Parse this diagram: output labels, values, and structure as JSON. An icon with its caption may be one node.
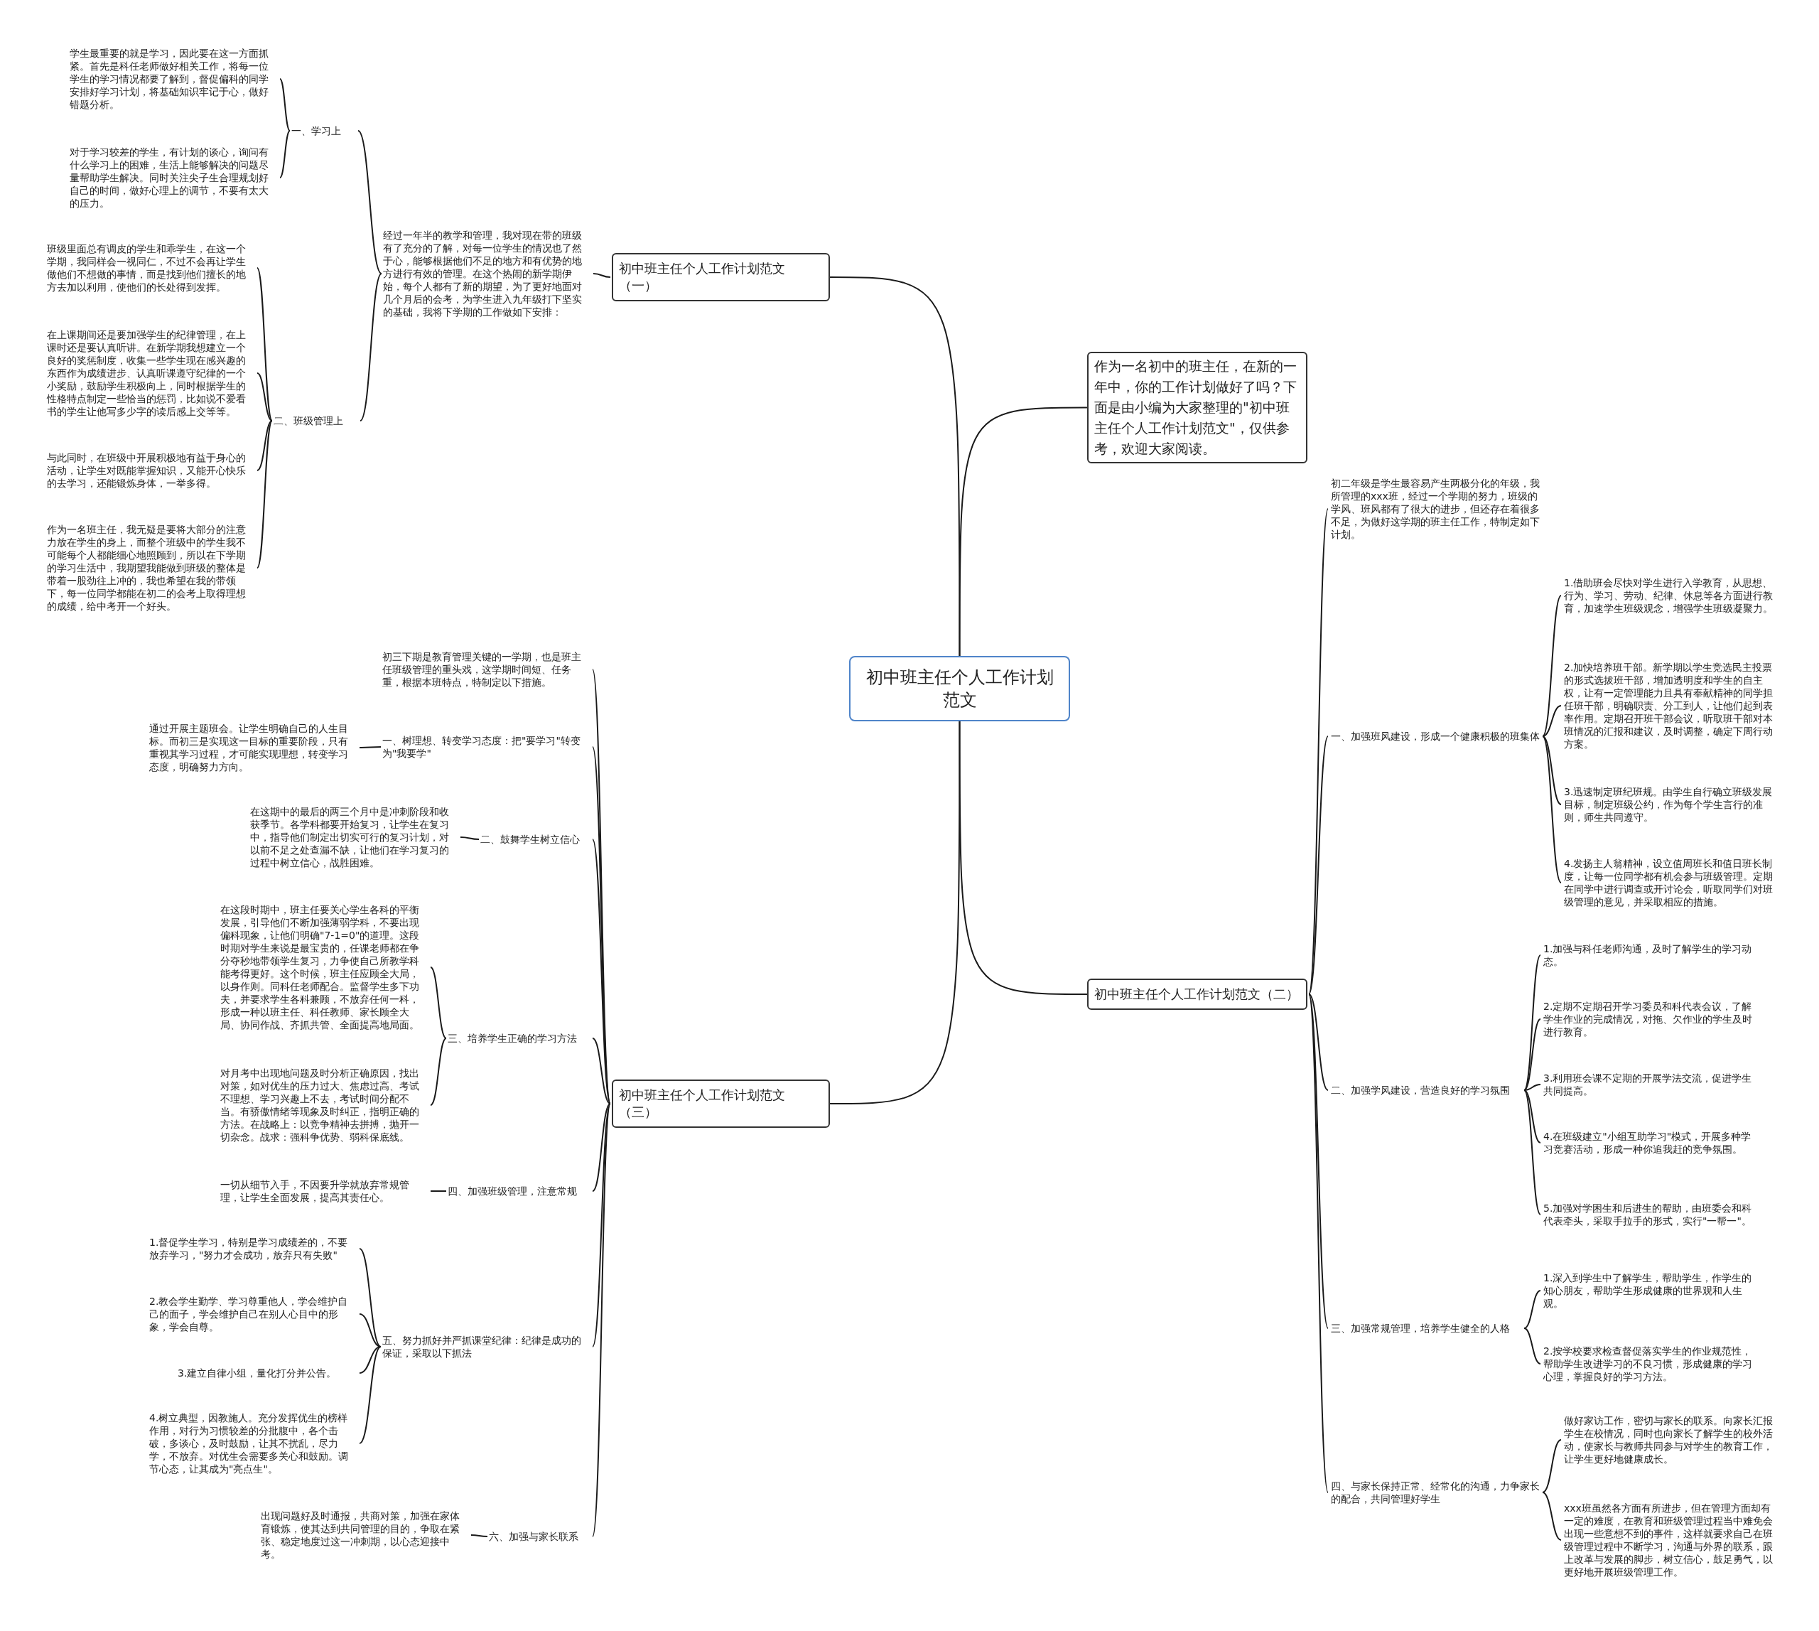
{
  "diagram": {
    "nodes": [
      {
        "text": [
          "初中班主任个人工作计划范文"
        ]
      },
      {
        "text": [
          "初中班主任个人工作计划范文（一）"
        ]
      },
      {
        "text": [
          "经过一年半的教学和管理，我对现在带的班级有了充分的了解，对每一位学生的情况也了然于心，能够根据他们不足的地方和有优势的地方进行有效的管理。在这个热闹的新学期伊始，每个人都有了新的期望，为了更好地面对几个月后的会考，为学生进入九年级打下坚实的基础，我将下学期的工作做如下安排："
        ]
      },
      {
        "text": [
          "一、学习上"
        ]
      },
      {
        "text": [
          "学生最重要的就是学习，因此要在这一方面抓紧。首先是科任老师做好相关工作，将每一位学生的学习情况都要了解到，督促偏科的同学安排好学习计划，将基础知识牢记于心，做好错题分析。"
        ]
      },
      {
        "text": [
          "对于学习较差的学生，有计划的谈心，询问有什么学习上的困难，生活上能够解决的问题尽量帮助学生解决。同时关注尖子生合理规划好自己的时间，做好心理上的调节，不要有太大的压力。"
        ]
      },
      {
        "text": [
          "二、班级管理上"
        ]
      },
      {
        "text": [
          "班级里面总有调皮的学生和乖学生，在这一个学期，我同样会一视同仁，不过不会再让学生做他们不想做的事情，而是找到他们擅长的地方去加以利用，使他们的长处得到发挥。"
        ]
      },
      {
        "text": [
          "在上课期间还是要加强学生的纪律管理，在上课时还是要认真听讲。在新学期我想建立一个良好的奖惩制度，收集一些学生现在感兴趣的东西作为成绩进步、认真听课遵守纪律的一个小奖励，鼓励学生积极向上，同时根据学生的性格特点制定一些恰当的惩罚，比如说不爱看书的学生让他写多少字的读后感上交等等。"
        ]
      },
      {
        "text": [
          "与此同时，在班级中开展积极地有益于身心的活动，让学生对既能掌握知识，又能开心快乐的去学习，还能锻炼身体，一举多得。"
        ]
      },
      {
        "text": [
          "作为一名班主任，我无疑是要将大部分的注意力放在学生的身上，而整个班级中的学生我不可能每个人都能细心地照顾到，所以在下学期的学习生活中，我期望我能做到班级的整体是带着一股劲往上冲的，我也希望在我的带领下，每一位同学都能在初二的会考上取得理想的成绩，给中考开一个好头。"
        ]
      },
      {
        "text": [
          "作为一名初中的班主任，在新的一年中，你的工作计划做好了吗？下面是由小编为大家整理的\"初中班主任个人工作计划范文\"，仅供参考，欢迎大家阅读。"
        ]
      },
      {
        "text": [
          "初中班主任个人工作计划范文（二）"
        ]
      },
      {
        "text": [
          "初二年级是学生最容易产生两极分化的年级，我所管理的xxx班，经过一个学期的努力，班级的学风、班风都有了很大的进步，但还存在着很多不足，为做好这学期的班主任工作，特制定如下计划。"
        ]
      },
      {
        "text": [
          "一、加强班风建设，形成一个健康积极的班集体"
        ]
      },
      {
        "text": [
          "1.借助班会尽快对学生进行入学教育，从思想、行为、学习、劳动、纪律、休息等各方面进行教育，加速学生班级观念，增强学生班级凝聚力。"
        ]
      },
      {
        "text": [
          "2.加快培养班干部。新学期以学生竞选民主投票的形式选拔班干部，增加透明度和学生的自主权，让有一定管理能力且具有奉献精神的同学担任班干部，明确职责、分工到人，让他们起到表率作用。定期召开班干部会议，听取班干部对本班情况的汇报和建议，及时调整，确定下周行动方案。"
        ]
      },
      {
        "text": [
          "3.迅速制定班纪班规。由学生自行确立班级发展目标，制定班级公约，作为每个学生言行的准则，师生共同遵守。"
        ]
      },
      {
        "text": [
          "4.发扬主人翁精神，设立值周班长和值日班长制度，让每一位同学都有机会参与班级管理。定期在同学中进行调查或开讨论会，听取同学们对班级管理的意见，并采取相应的措施。"
        ]
      },
      {
        "text": [
          "二、加强学风建设，营造良好的学习氛围"
        ]
      },
      {
        "text": [
          "1.加强与科任老师沟通，及时了解学生的学习动态。"
        ]
      },
      {
        "text": [
          "2.定期不定期召开学习委员和科代表会议，了解学生作业的完成情况，对拖、欠作业的学生及时进行教育。"
        ]
      },
      {
        "text": [
          "3.利用班会课不定期的开展学法交流，促进学生共同提高。"
        ]
      },
      {
        "text": [
          "4.在班级建立\"小组互助学习\"模式，开展多种学习竞赛活动，形成一种你追我赶的竞争氛围。"
        ]
      },
      {
        "text": [
          "5.加强对学困生和后进生的帮助，由班委会和科代表牵头，采取手拉手的形式，实行\"一帮一\"。"
        ]
      },
      {
        "text": [
          "三、加强常规管理，培养学生健全的人格"
        ]
      },
      {
        "text": [
          "1.深入到学生中了解学生，帮助学生，作学生的知心朋友，帮助学生形成健康的世界观和人生观。"
        ]
      },
      {
        "text": [
          "2.按学校要求检查督促落实学生的作业规范性，帮助学生改进学习的不良习惯，形成健康的学习心理，掌握良好的学习方法。"
        ]
      },
      {
        "text": [
          "四、与家长保持正常、经常化的沟通，力争家长的配合，共同管理好学生"
        ]
      },
      {
        "text": [
          "做好家访工作，密切与家长的联系。向家长汇报学生在校情况，同时也向家长了解学生的校外活动，使家长与教师共同参与对学生的教育工作，让学生更好地健康成长。"
        ]
      },
      {
        "text": [
          "xxx班虽然各方面有所进步，但在管理方面却有一定的难度，在教育和班级管理过程当中难免会出现一些意想不到的事件，这样就要求自己在班级管理过程中不断学习，沟通与外界的联系，跟上改革与发展的脚步，树立信心，鼓足勇气，以更好地开展班级管理工作。"
        ]
      },
      {
        "text": [
          "初中班主任个人工作计划范文（三）"
        ]
      },
      {
        "text": [
          "初三下期是教育管理关键的一学期，也是班主任班级管理的重头戏，这学期时间短、任务重，根据本班特点，特制定以下措施。"
        ]
      },
      {
        "text": [
          "一、树理想、转变学习态度：把\"要学习\"转变为\"我要学\""
        ]
      },
      {
        "text": [
          "通过开展主题班会。让学生明确自己的人生目标。而初三是实现这一目标的重要阶段，只有重视其学习过程，才可能实现理想，转变学习态度，明确努力方向。"
        ]
      },
      {
        "text": [
          "二、鼓舞学生树立信心"
        ]
      },
      {
        "text": [
          "在这期中的最后的两三个月中是冲刺阶段和收获季节。各学科都要开始复习，让学生在复习中，指导他们制定出切实可行的复习计划，对以前不足之处查漏不缺，让他们在学习复习的过程中树立信心，战胜困难。"
        ]
      },
      {
        "text": [
          "三、培养学生正确的学习方法"
        ]
      },
      {
        "text": [
          "在这段时期中，班主任要关心学生各科的平衡发展，引导他们不断加强薄弱学科，不要出现偏科现象，让他们明确\"7-1=0\"的道理。这段时期对学生来说是最宝贵的，任课老师都在争分夺秒地带领学生复习，力争使自己所教学科能考得更好。这个时候，班主任应顾全大局，以身作则。同科任老师配合。监督学生多下功夫，并要求学生各科兼顾，不放弃任何一科，形成一种以班主任、科任教师、家长顾全大局、协同作战、齐抓共管、全面提高地局面。"
        ]
      },
      {
        "text": [
          "对月考中出现地问题及时分析正确原因，找出对策，如对优生的压力过大、焦虑过高、考试不理想、学习兴趣上不去，考试时间分配不当。有骄傲情绪等现象及时纠正，指明正确的方法。在战略上：以竞争精神去拼搏，抛开一切杂念。战求：强科争优势、弱科保底线。"
        ]
      },
      {
        "text": [
          "四、加强班级管理，注意常规"
        ]
      },
      {
        "text": [
          "一切从细节入手，不因要升学就放弃常规管理，让学生全面发展，提高其责任心。"
        ]
      },
      {
        "text": [
          "五、努力抓好并严抓课堂纪律：纪律是成功的保证，采取以下抓法"
        ]
      },
      {
        "text": [
          "1.督促学生学习，特别是学习成绩差的，不要放弃学习，\"努力才会成功，放弃只有失败\""
        ]
      },
      {
        "text": [
          "2.教会学生勤学、学习尊重他人，学会维护自己的面子，学会维护自己在别人心目中的形象，学会自尊。"
        ]
      },
      {
        "text": [
          "3.建立自律小组，量化打分并公告。"
        ]
      },
      {
        "text": [
          "4.树立典型，因教施人。充分发挥优生的榜样作用，对行为习惯较差的分批腹中，各个击破，多谈心，及时鼓励，让其不扰乱，尽力学，不放弃。对优生会需要多关心和鼓励。调节心态，让其成为\"亮点生\"。"
        ]
      },
      {
        "text": [
          "六、加强与家长联系"
        ]
      },
      {
        "text": [
          "出现问题好及时通报，共商对策，加强在家体育锻炼，使其达到共同管理的目的，争取在紧张、稳定地度过这一冲刺期，以心态迎接中考。"
        ]
      }
    ],
    "edges": [
      {
        "from": 0,
        "to": 1,
        "arrow": "none"
      },
      {
        "from": 0,
        "to": 11,
        "arrow": "none"
      },
      {
        "from": 0,
        "to": 12,
        "arrow": "none"
      },
      {
        "from": 0,
        "to": 31,
        "arrow": "none"
      },
      {
        "from": 1,
        "to": 2,
        "arrow": "none"
      },
      {
        "from": 2,
        "to": 3,
        "arrow": "none"
      },
      {
        "from": 2,
        "to": 6,
        "arrow": "none"
      },
      {
        "from": 3,
        "to": 4,
        "arrow": "none"
      },
      {
        "from": 3,
        "to": 5,
        "arrow": "none"
      },
      {
        "from": 6,
        "to": 7,
        "arrow": "none"
      },
      {
        "from": 6,
        "to": 8,
        "arrow": "none"
      },
      {
        "from": 6,
        "to": 9,
        "arrow": "none"
      },
      {
        "from": 6,
        "to": 10,
        "arrow": "none"
      },
      {
        "from": 12,
        "to": 13,
        "arrow": "none"
      },
      {
        "from": 12,
        "to": 14,
        "arrow": "none"
      },
      {
        "from": 12,
        "to": 19,
        "arrow": "none"
      },
      {
        "from": 12,
        "to": 25,
        "arrow": "none"
      },
      {
        "from": 12,
        "to": 28,
        "arrow": "none"
      },
      {
        "from": 14,
        "to": 15,
        "arrow": "none"
      },
      {
        "from": 14,
        "to": 16,
        "arrow": "none"
      },
      {
        "from": 14,
        "to": 17,
        "arrow": "none"
      },
      {
        "from": 14,
        "to": 18,
        "arrow": "none"
      },
      {
        "from": 19,
        "to": 20,
        "arrow": "none"
      },
      {
        "from": 19,
        "to": 21,
        "arrow": "none"
      },
      {
        "from": 19,
        "to": 22,
        "arrow": "none"
      },
      {
        "from": 19,
        "to": 23,
        "arrow": "none"
      },
      {
        "from": 19,
        "to": 24,
        "arrow": "none"
      },
      {
        "from": 25,
        "to": 26,
        "arrow": "none"
      },
      {
        "from": 25,
        "to": 27,
        "arrow": "none"
      },
      {
        "from": 28,
        "to": 29,
        "arrow": "none"
      },
      {
        "from": 28,
        "to": 30,
        "arrow": "none"
      },
      {
        "from": 31,
        "to": 32,
        "arrow": "none"
      },
      {
        "from": 31,
        "to": 33,
        "arrow": "none"
      },
      {
        "from": 31,
        "to": 35,
        "arrow": "none"
      },
      {
        "from": 31,
        "to": 37,
        "arrow": "none"
      },
      {
        "from": 31,
        "to": 40,
        "arrow": "none"
      },
      {
        "from": 31,
        "to": 42,
        "arrow": "none"
      },
      {
        "from": 31,
        "to": 47,
        "arrow": "none"
      },
      {
        "from": 33,
        "to": 34,
        "arrow": "none"
      },
      {
        "from": 35,
        "to": 36,
        "arrow": "none"
      },
      {
        "from": 37,
        "to": 38,
        "arrow": "none"
      },
      {
        "from": 37,
        "to": 39,
        "arrow": "none"
      },
      {
        "from": 40,
        "to": 41,
        "arrow": "none"
      },
      {
        "from": 42,
        "to": 43,
        "arrow": "none"
      },
      {
        "from": 42,
        "to": 44,
        "arrow": "none"
      },
      {
        "from": 42,
        "to": 45,
        "arrow": "none"
      },
      {
        "from": 42,
        "to": 46,
        "arrow": "none"
      },
      {
        "from": 47,
        "to": 48,
        "arrow": "none"
      }
    ]
  }
}
